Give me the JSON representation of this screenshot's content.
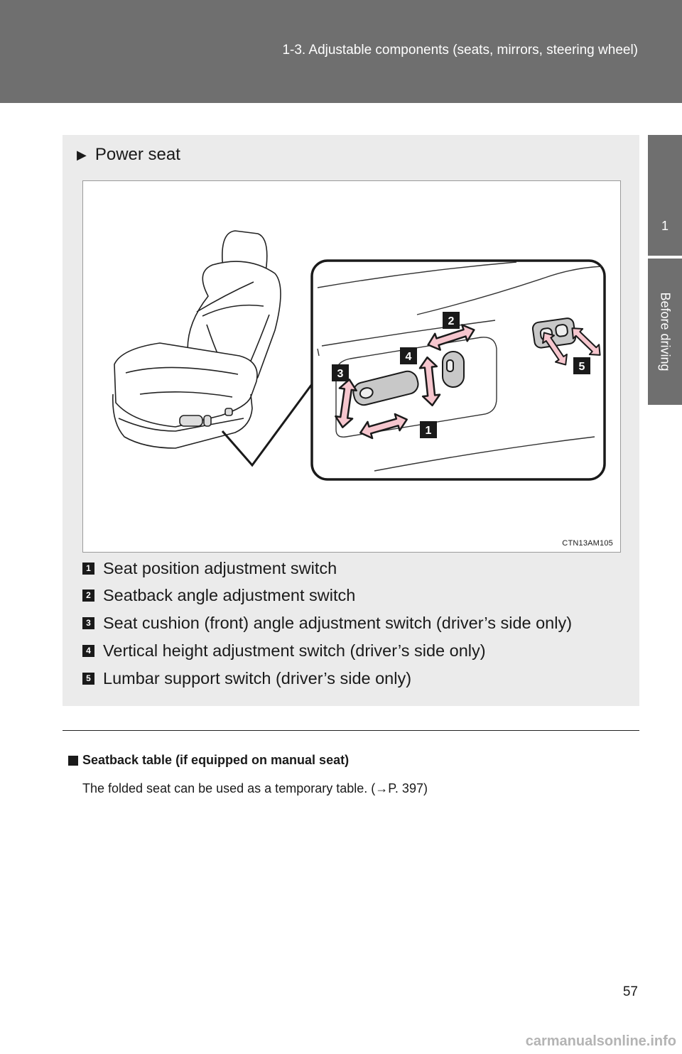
{
  "header": {
    "section_title": "1-3. Adjustable components (seats, mirrors, steering wheel)"
  },
  "side_tab": {
    "chapter_number": "1",
    "chapter_label": "Before driving"
  },
  "panel": {
    "heading": "Power seat",
    "figure_code": "CTN13AM105",
    "callouts": [
      "1",
      "2",
      "3",
      "4",
      "5"
    ],
    "legend": [
      {
        "num": "1",
        "text": "Seat position adjustment switch"
      },
      {
        "num": "2",
        "text": "Seatback angle adjustment switch"
      },
      {
        "num": "3",
        "text": "Seat cushion (front) angle adjustment switch (driver’s side only)"
      },
      {
        "num": "4",
        "text": "Vertical height adjustment switch (driver’s side only)"
      },
      {
        "num": "5",
        "text": "Lumbar support switch (driver’s side only)"
      }
    ]
  },
  "note": {
    "heading": "Seatback table (if equipped on manual seat)",
    "body": "The folded seat can be used as a temporary table. (→P. 397)"
  },
  "page_number": "57",
  "watermark": "carmanualsonline.info",
  "colors": {
    "header_band": "#6f6f6f",
    "panel_bg": "#ebebeb",
    "arrow_fill": "#f6c6ce",
    "callout_bg": "#1a1a1a"
  }
}
